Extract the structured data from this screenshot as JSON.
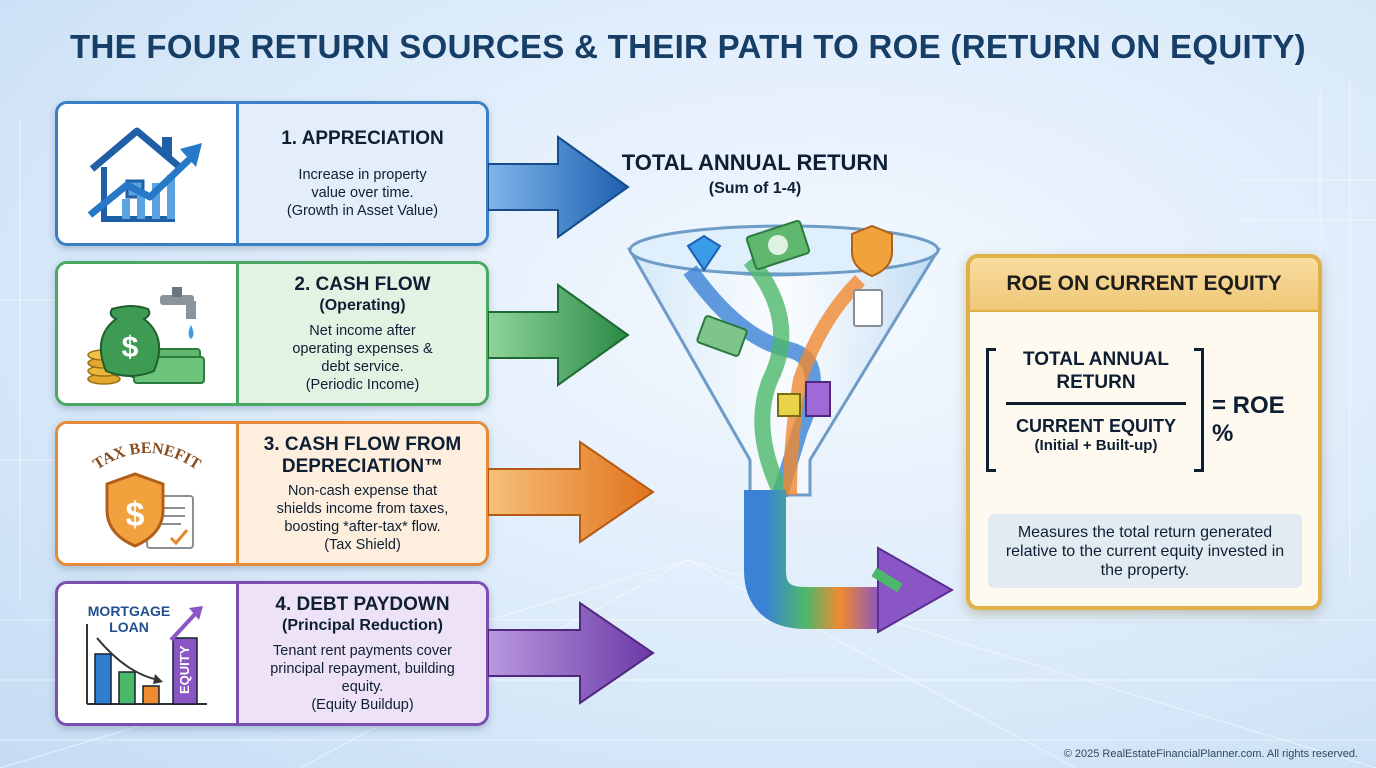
{
  "title": "THE FOUR RETURN SOURCES & THEIR PATH TO ROE (RETURN ON EQUITY)",
  "sources": [
    {
      "heading": "1. APPRECIATION",
      "subheading": "",
      "description": [
        "Increase in property",
        "value over time.",
        "(Growth in Asset Value)"
      ],
      "color": "#3a7fc6",
      "icon": "house-growth-chart-icon"
    },
    {
      "heading": "2. CASH FLOW",
      "subheading": "(Operating)",
      "description": [
        "Net income after",
        "operating expenses &",
        "debt service.",
        "(Periodic Income)"
      ],
      "color": "#4aa862",
      "icon": "money-bag-faucet-icon"
    },
    {
      "heading": "3. CASH FLOW FROM",
      "subheading": "DEPRECIATION™",
      "description": [
        "Non-cash expense that",
        "shields income from taxes,",
        "boosting *after-tax* flow.",
        "(Tax Shield)"
      ],
      "color": "#e58a3a",
      "icon": "tax-shield-document-icon",
      "icon_text": "TAX BENEFIT"
    },
    {
      "heading": "4. DEBT PAYDOWN",
      "subheading": "(Principal Reduction)",
      "description": [
        "Tenant rent payments cover",
        "principal repayment, building",
        "equity.",
        "(Equity Buildup)"
      ],
      "color": "#7a4fb0",
      "icon": "mortgage-equity-bars-icon",
      "icon_text": [
        "MORTGAGE",
        "LOAN",
        "EQUITY"
      ]
    }
  ],
  "funnel": {
    "title": "TOTAL ANNUAL RETURN",
    "subtitle": "(Sum of 1-4)"
  },
  "roe": {
    "header": "ROE ON CURRENT EQUITY",
    "numerator": [
      "TOTAL ANNUAL",
      "RETURN"
    ],
    "denominator": "CURRENT EQUITY",
    "denominator_note": "(Initial + Built-up)",
    "result": "= ROE %",
    "note": "Measures the total return generated relative to the current equity invested in the property."
  },
  "footer": "© 2025 RealEstateFinancialPlanner.com. All rights reserved."
}
